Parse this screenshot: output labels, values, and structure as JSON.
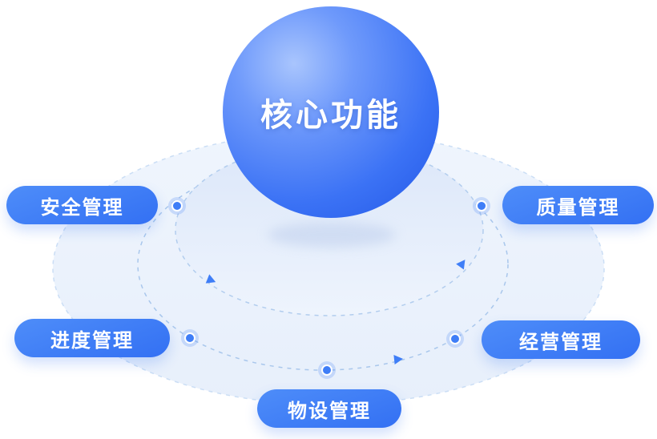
{
  "diagram": {
    "title": "核心功能",
    "nodes": [
      {
        "id": "safety",
        "label": "安全管理"
      },
      {
        "id": "quality",
        "label": "质量管理"
      },
      {
        "id": "progress",
        "label": "进度管理"
      },
      {
        "id": "operations",
        "label": "经营管理"
      },
      {
        "id": "equipment",
        "label": "物设管理"
      }
    ],
    "colors": {
      "primary_blue": "#3b7df7",
      "sphere_highlight": "#a9c5fd",
      "sphere_deep": "#2257e6",
      "pill_gradient_start": "#4e8df9",
      "pill_gradient_end": "#3370f3",
      "orbit_dash": "#aec9ee",
      "orbit_fill_outer": "#edf4fc",
      "orbit_fill_inner": "#dee9f9",
      "dot_blue": "#3f7ef7"
    }
  }
}
